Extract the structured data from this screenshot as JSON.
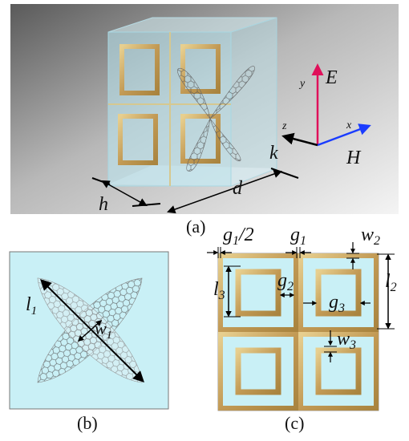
{
  "panel_a": {
    "caption": "(a)",
    "dims": {
      "h": "h",
      "d": "d",
      "k": "k"
    },
    "axes": {
      "y": "y",
      "x": "x",
      "z": "z",
      "E": "E",
      "H": "H"
    },
    "colors": {
      "E_arrow": "#e0105a",
      "H_arrow": "#1a3cff"
    }
  },
  "panel_b": {
    "caption": "(b)",
    "l1": "l",
    "l1_sub": "1",
    "w1": "w",
    "w1_sub": "1"
  },
  "panel_c": {
    "caption": "(c)",
    "g1_half": "g",
    "g1_half_sub": "1",
    "g1_half_suffix": "/2",
    "g1": "g",
    "g1_sub": "1",
    "w2": "w",
    "w2_sub": "2",
    "l3": "l",
    "l3_sub": "3",
    "g2": "g",
    "g2_sub": "2",
    "g3": "g",
    "g3_sub": "3",
    "l2": "l",
    "l2_sub": "2",
    "w3": "w",
    "w3_sub": "3"
  },
  "colors": {
    "cell_bg": "#c9f0f6",
    "gold": "#c8a060",
    "graphene": "#9a9a9a"
  }
}
